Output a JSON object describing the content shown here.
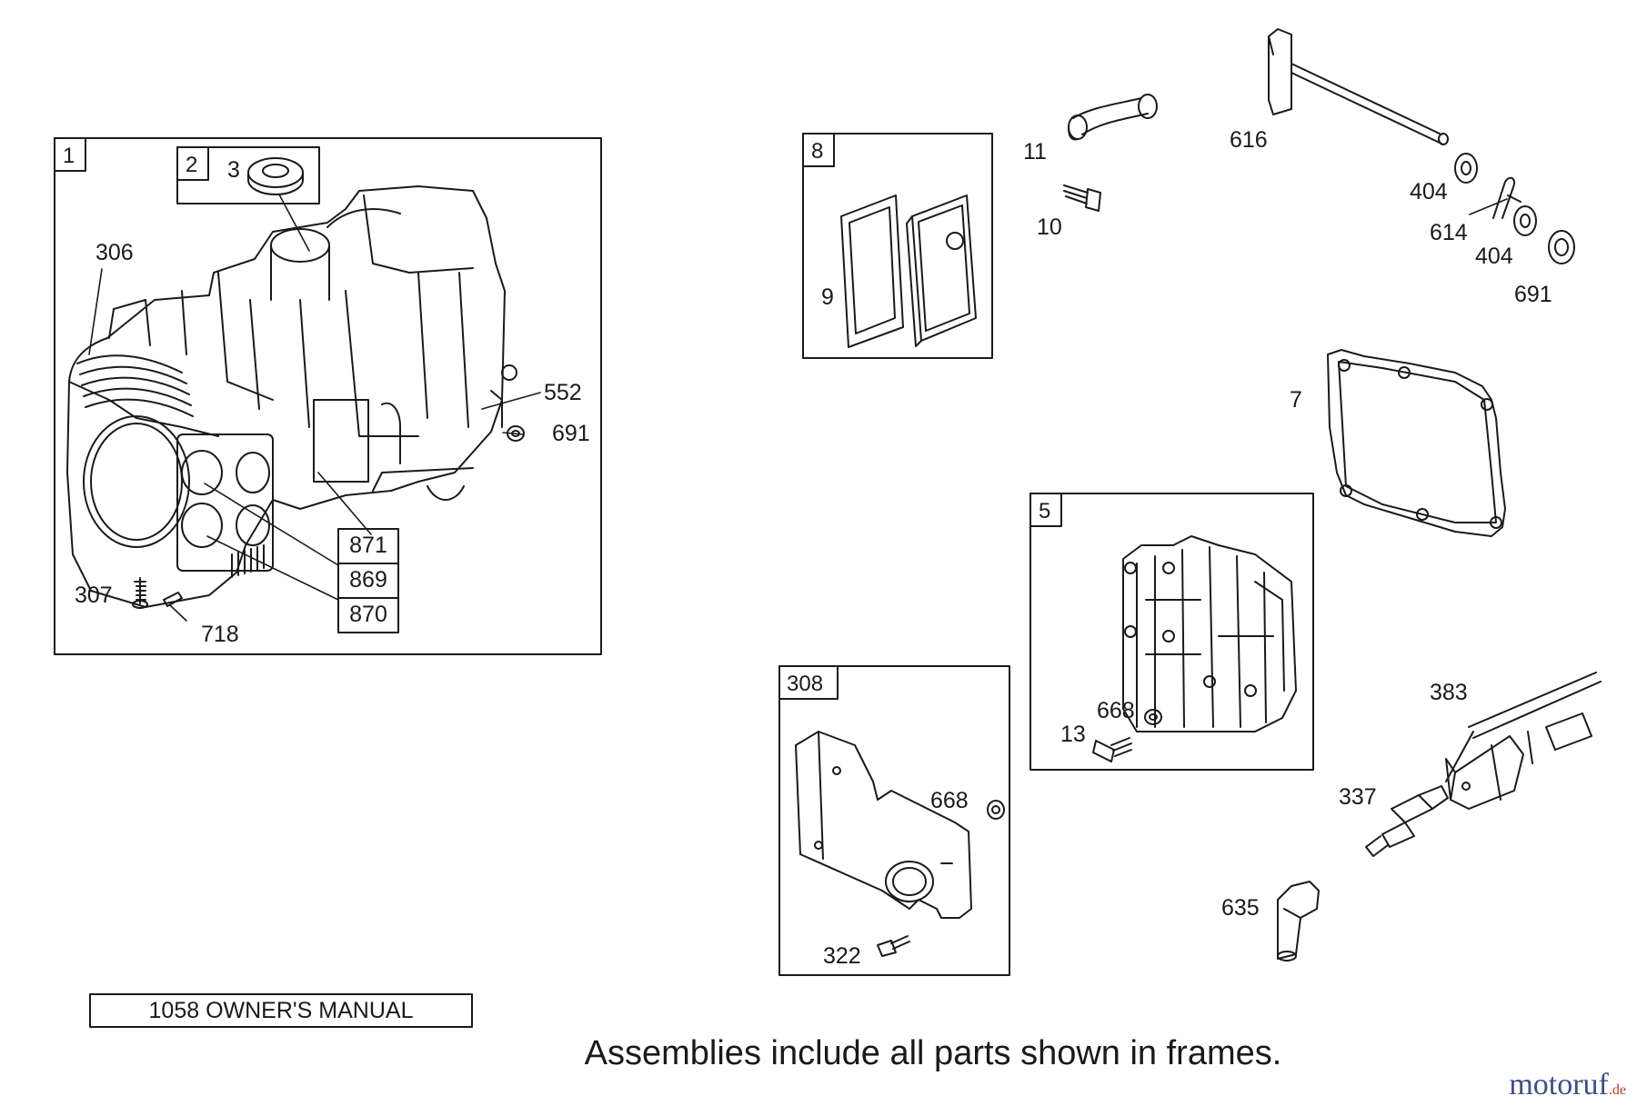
{
  "frames": {
    "engine_block": "1",
    "oil_seal": "2",
    "breather": "8",
    "cylinder_head": "5",
    "air_guide": "308"
  },
  "callouts": {
    "p3": "3",
    "p306": "306",
    "p552": "552",
    "p691_block": "691",
    "p871": "871",
    "p869": "869",
    "p870": "870",
    "p307": "307",
    "p718": "718",
    "p9": "9",
    "p11": "11",
    "p10": "10",
    "p616": "616",
    "p404_a": "404",
    "p614": "614",
    "p404_b": "404",
    "p691_link": "691",
    "p7": "7",
    "p668_head": "668",
    "p13": "13",
    "p668_guide": "668",
    "p322": "322",
    "p383": "383",
    "p337": "337",
    "p635": "635"
  },
  "manual_label": "1058 OWNER'S MANUAL",
  "footer_note": "Assemblies include all parts shown in frames.",
  "watermark": {
    "main": "motoruf",
    "ext": ".de"
  },
  "colors": {
    "ink": "#1a1a1a",
    "watermark": "#3b4f8a"
  }
}
